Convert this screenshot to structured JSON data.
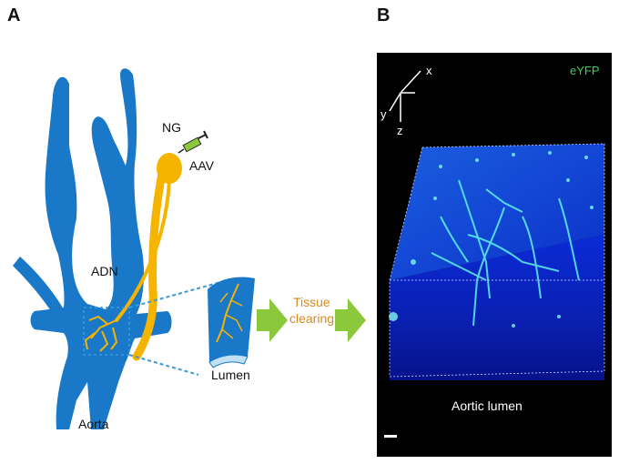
{
  "panel_a": {
    "letter": "A",
    "labels": {
      "ng": "NG",
      "aav": "AAV",
      "adn": "ADN",
      "lumen": "Lumen",
      "aorta": "Aorta",
      "tissue": "Tissue",
      "clearing": "clearing"
    }
  },
  "panel_b": {
    "letter": "B",
    "channel": "eYFP",
    "axis_x": "x",
    "axis_y": "y",
    "axis_z": "z",
    "caption": "Aortic lumen"
  },
  "colors": {
    "vessel_blue": "#1a78c8",
    "nerve_yellow": "#f4b400",
    "arrow_green": "#8cc83c",
    "tissue_orange": "#d98a1c",
    "eyfp_green": "#3fcf5a",
    "dashed_blue": "#3a9ad9"
  }
}
